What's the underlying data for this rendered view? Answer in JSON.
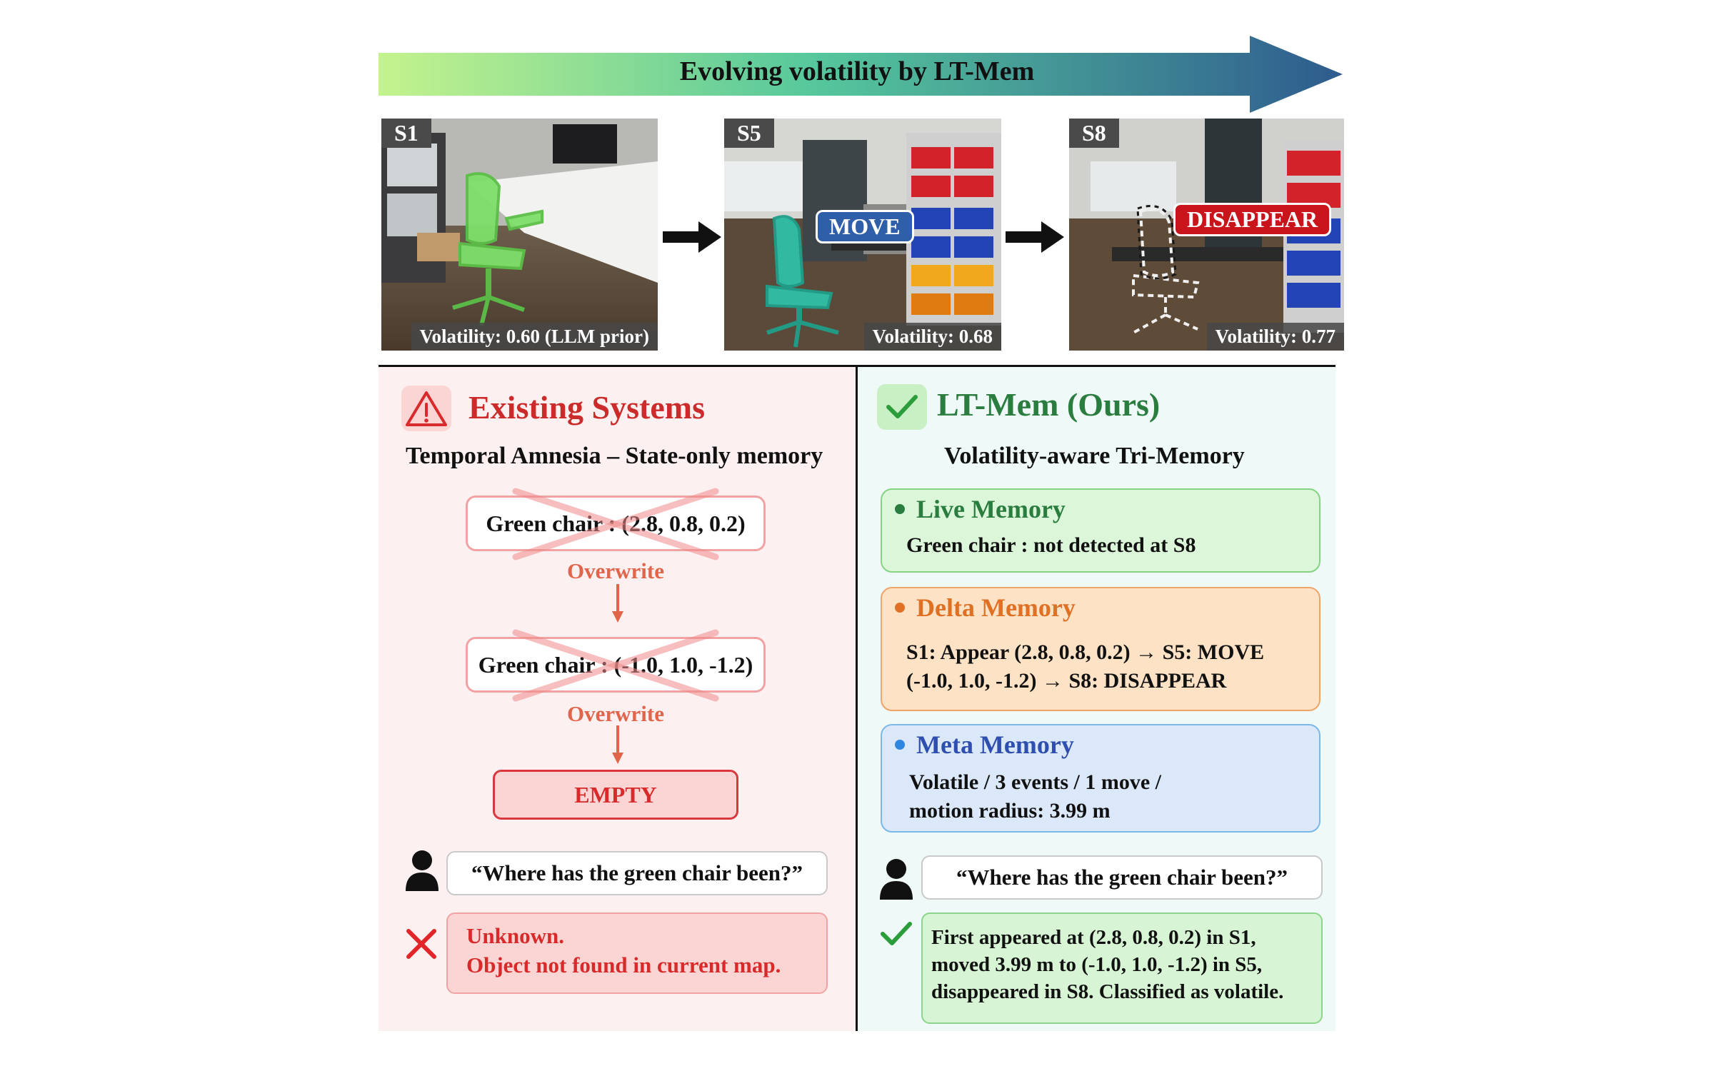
{
  "banner": {
    "title": "Evolving volatility by LT-Mem"
  },
  "scenes": [
    {
      "label": "S1",
      "volatility": "Volatility: 0.60 (LLM prior)",
      "event": ""
    },
    {
      "label": "S5",
      "volatility": "Volatility: 0.68",
      "event": "MOVE"
    },
    {
      "label": "S8",
      "volatility": "Volatility: 0.77",
      "event": "DISAPPEAR"
    }
  ],
  "existing": {
    "title": "Existing Systems",
    "subtitle": "Temporal Amnesia – State-only memory",
    "states": [
      "Green chair : (2.8, 0.8, 0.2)",
      "Green chair : (-1.0, 1.0, -1.2)"
    ],
    "overwrite_label": "Overwrite",
    "empty_label": "EMPTY",
    "query": "“Where has the green chair been?”",
    "answer_line1": "Unknown.",
    "answer_line2": "Object not found in current map."
  },
  "ours": {
    "title": "LT-Mem (Ours)",
    "subtitle": "Volatility-aware Tri-Memory",
    "live": {
      "title": "Live Memory",
      "line1": "Green chair : not detected at S8"
    },
    "delta": {
      "title": "Delta Memory",
      "line1": "S1: Appear (2.8, 0.8, 0.2) → S5: MOVE",
      "line2": "(-1.0, 1.0, -1.2) → S8: DISAPPEAR"
    },
    "meta": {
      "title": "Meta Memory",
      "line1": "Volatile / 3 events / 1 move /",
      "line2": "motion radius: 3.99 m"
    },
    "query": "“Where has the green chair been?”",
    "answer_line1": "First appeared at (2.8, 0.8, 0.2) in S1,",
    "answer_line2": "moved 3.99 m to (-1.0, 1.0, -1.2) in S5,",
    "answer_line3": "disappeared in S8. Classified as volatile."
  },
  "colors": {
    "red_heading": "#cc2b2b",
    "green_heading": "#2b7d3f",
    "move_badge": "#2f5fa8",
    "disappear_badge": "#c8141a",
    "live_border": "#86d383",
    "delta_border": "#efa46a",
    "meta_border": "#7ab8ea"
  },
  "icons": [
    "warning-icon",
    "check-icon",
    "user-icon",
    "cross-icon",
    "arrow-right-icon",
    "arrow-down-icon"
  ]
}
